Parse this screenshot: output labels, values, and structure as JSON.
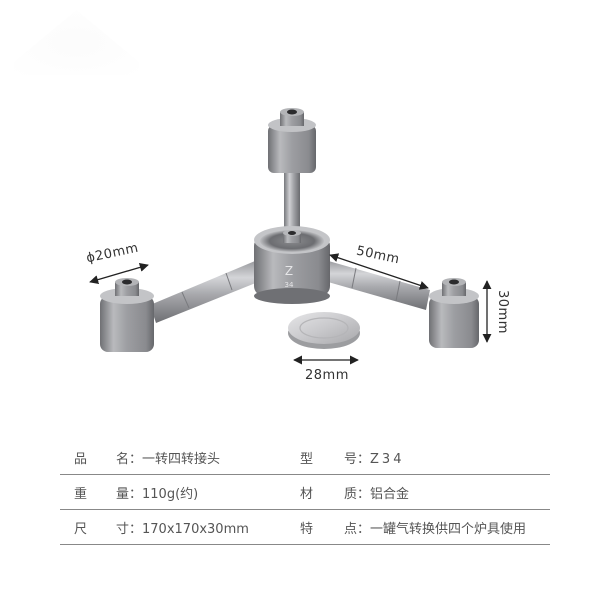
{
  "product_image": {
    "alt": "一转四转接头 Z34 aluminum alloy four-way adapter",
    "center_marking": {
      "letter": "Z",
      "number": "34"
    },
    "dimensions": {
      "diameter": "ϕ20mm",
      "arm_length": "50mm",
      "height": "30mm",
      "cap_diameter": "28mm"
    }
  },
  "specs": [
    {
      "label1_a": "品",
      "label1_b": "名：",
      "value1": "一转四转接头",
      "label2_a": "型",
      "label2_b": "号：",
      "value2": "Z34"
    },
    {
      "label1_a": "重",
      "label1_b": "量：",
      "value1": "110g(约)",
      "label2_a": "材",
      "label2_b": "质：",
      "value2": "铝合金"
    },
    {
      "label1_a": "尺",
      "label1_b": "寸：",
      "value1": "170x170x30mm",
      "label2_a": "特",
      "label2_b": "点：",
      "value2": "一罐气转换供四个炉具使用"
    }
  ]
}
